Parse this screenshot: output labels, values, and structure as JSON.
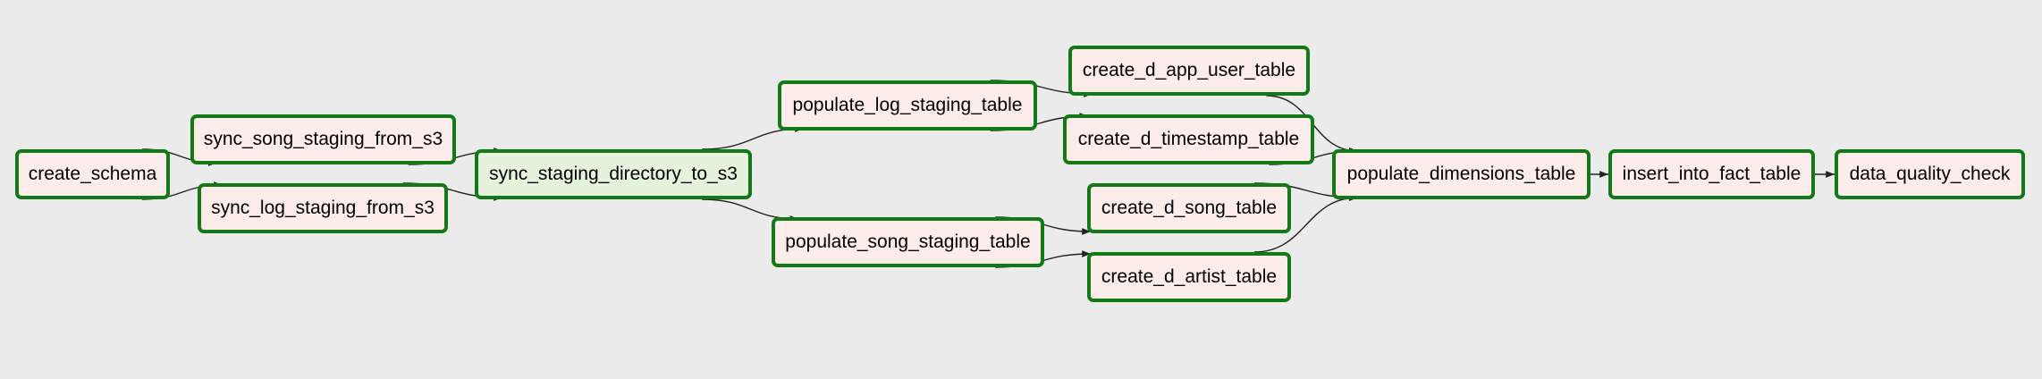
{
  "graph": {
    "colors": {
      "background": "#ebebeb",
      "node_border": "#117a17",
      "edge": "#222222"
    },
    "nodes": [
      {
        "id": "create_schema",
        "label": "create_schema",
        "fill": "#fcedea"
      },
      {
        "id": "sync_song_staging_from_s3",
        "label": "sync_song_staging_from_s3",
        "fill": "#fcedea"
      },
      {
        "id": "sync_log_staging_from_s3",
        "label": "sync_log_staging_from_s3",
        "fill": "#fcedea"
      },
      {
        "id": "sync_staging_directory_to_s3",
        "label": "sync_staging_directory_to_s3",
        "fill": "#e5f2dc"
      },
      {
        "id": "populate_log_staging_table",
        "label": "populate_log_staging_table",
        "fill": "#fcedea"
      },
      {
        "id": "populate_song_staging_table",
        "label": "populate_song_staging_table",
        "fill": "#fcedea"
      },
      {
        "id": "create_d_app_user_table",
        "label": "create_d_app_user_table",
        "fill": "#fcedea"
      },
      {
        "id": "create_d_timestamp_table",
        "label": "create_d_timestamp_table",
        "fill": "#fcedea"
      },
      {
        "id": "create_d_song_table",
        "label": "create_d_song_table",
        "fill": "#fcedea"
      },
      {
        "id": "create_d_artist_table",
        "label": "create_d_artist_table",
        "fill": "#fcedea"
      },
      {
        "id": "populate_dimensions_table",
        "label": "populate_dimensions_table",
        "fill": "#fcedea"
      },
      {
        "id": "insert_into_fact_table",
        "label": "insert_into_fact_table",
        "fill": "#fcedea"
      },
      {
        "id": "data_quality_check",
        "label": "data_quality_check",
        "fill": "#fcedea"
      }
    ],
    "edges": [
      [
        "create_schema",
        "sync_song_staging_from_s3"
      ],
      [
        "create_schema",
        "sync_log_staging_from_s3"
      ],
      [
        "sync_song_staging_from_s3",
        "sync_staging_directory_to_s3"
      ],
      [
        "sync_log_staging_from_s3",
        "sync_staging_directory_to_s3"
      ],
      [
        "sync_staging_directory_to_s3",
        "populate_log_staging_table"
      ],
      [
        "sync_staging_directory_to_s3",
        "populate_song_staging_table"
      ],
      [
        "populate_log_staging_table",
        "create_d_app_user_table"
      ],
      [
        "populate_log_staging_table",
        "create_d_timestamp_table"
      ],
      [
        "populate_song_staging_table",
        "create_d_song_table"
      ],
      [
        "populate_song_staging_table",
        "create_d_artist_table"
      ],
      [
        "create_d_app_user_table",
        "populate_dimensions_table"
      ],
      [
        "create_d_timestamp_table",
        "populate_dimensions_table"
      ],
      [
        "create_d_song_table",
        "populate_dimensions_table"
      ],
      [
        "create_d_artist_table",
        "populate_dimensions_table"
      ],
      [
        "populate_dimensions_table",
        "insert_into_fact_table"
      ],
      [
        "insert_into_fact_table",
        "data_quality_check"
      ]
    ]
  }
}
